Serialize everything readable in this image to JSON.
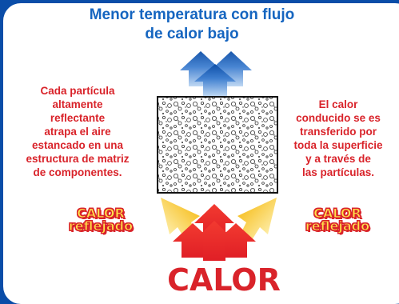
{
  "title_line1": "Menor temperatura con flujo",
  "title_line2": "de calor bajo",
  "left_lines": [
    "Cada partícula",
    "altamente",
    "reflectante",
    "atrapa el aire",
    "estancado en una",
    "estructura de matriz",
    "de componentes."
  ],
  "right_lines": [
    "El calor",
    "conducido se es",
    "transferido por",
    "toda la superficie",
    "y a través de",
    "las partículas."
  ],
  "reflected_left": [
    "CALOR",
    "reflejado"
  ],
  "reflected_right": [
    "CALOR",
    "reflejado"
  ],
  "heat_label": "CALOR",
  "colors": {
    "background": "#0a4da8",
    "title": "#1565c0",
    "text_red": "#d9232a",
    "reflected_yellow": "#ffe24a",
    "blue_arrow": "#1f5fb8",
    "red_arrow": "#d9232a",
    "yellow_arrow": "#f7c21a"
  },
  "icons": [
    "blue-up-arrows",
    "red-up-arrows",
    "yellow-diagonal-arrows",
    "particle-matrix-block"
  ]
}
